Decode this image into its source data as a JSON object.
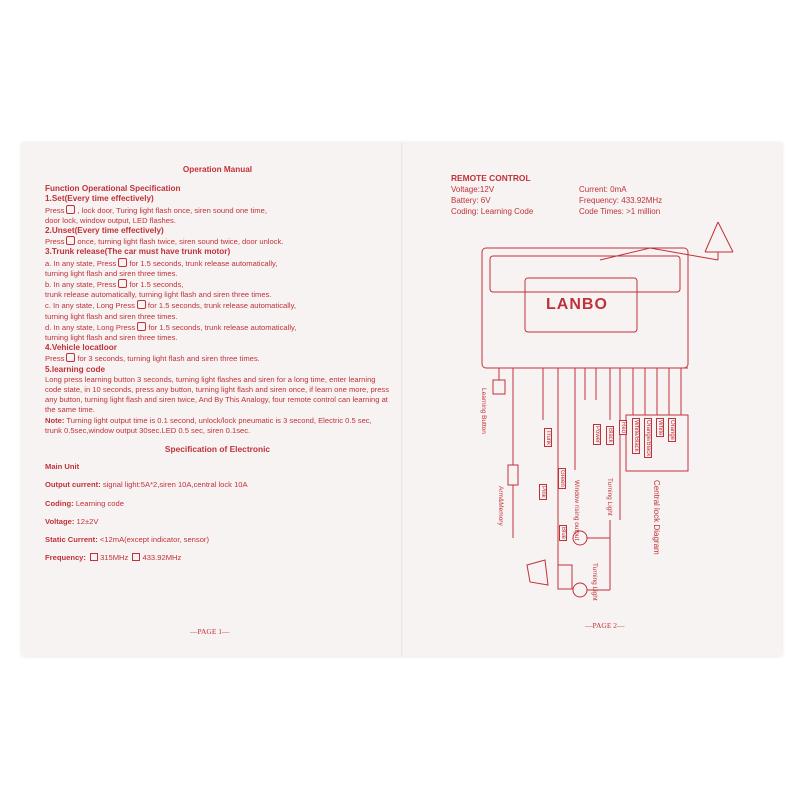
{
  "page1": {
    "title": "Operation Manual",
    "section_heading": "Function Operational Specification",
    "set_heading": "1.Set(Every time effectively)",
    "set_line1_a": "Press",
    "set_line1_b": ", lock door, Turing light flash once, siren sound one time,",
    "set_line2": "door lock, window output, LED flashes.",
    "unset_heading": "2.Unset(Every time effectively)",
    "unset_line_a": "Press",
    "unset_line_b": "once, turning light flash twice, siren sound twice, door unlock.",
    "trunk_heading": "3.Trunk release(The car must have trunk motor)",
    "trunk_a1_a": "a. In any state, Press",
    "trunk_a1_b": "for 1.5 seconds,  trunk release  automatically,",
    "trunk_a2": "turning light flash and siren three times.",
    "trunk_b1_a": "b. In any state, Press",
    "trunk_b1_b": "for 1.5 seconds,",
    "trunk_b2": "trunk release automatically, turning light flash and siren three times.",
    "trunk_c1_a": "c. In any state, Long Press",
    "trunk_c1_b": "for 1.5 seconds, trunk release automatically,",
    "trunk_c2": "turning light flash and siren three times.",
    "trunk_d1_a": "d. In any state, Long Press",
    "trunk_d1_b": "for 1.5 seconds, trunk release automatically,",
    "trunk_d2": "turning light flash and siren three times.",
    "locate_heading": "4.Vehicle locatloor",
    "locate_line_a": "Press",
    "locate_line_b": "for 3 seconds, turning light flash and siren three times.",
    "learn_heading": "5.learning code",
    "learn_text": "Long press learning button 3 seconds, turning light flashes and siren for a long time, enter learning code state, in 10 seconds, press any button, turning light flash and siren once, if learn one more, press any button, turning light flash and siren twice, And By This Analogy, four remote control can learning at the same time.",
    "note_label": "Note:",
    "note_text": "Turning light output time is 0.1 second, unlock/lock pneumatic is 3 second, Electric 0.5 sec, trunk 0.5sec,window output 30sec.LED 0.5 sec, siren 0.1sec.",
    "spec_heading": "Specification of Electronic",
    "main_unit": "Main Unit",
    "output_label": "Output current:",
    "output_value": "signal light:5A*2,siren 10A,central lock 10A",
    "coding_label": "Coding:",
    "coding_value": "Learning code",
    "voltage_label": "Voltage:",
    "voltage_value": "12±2V",
    "static_label": "Static Current:",
    "static_value": "<12mA(except indicator, sensor)",
    "freq_label": "Frequency:",
    "freq_opt1": "315MHz",
    "freq_opt2": "433.92MHz",
    "page_number": "—PAGE 1—"
  },
  "page2": {
    "rc_heading": "REMOTE CONTROL",
    "voltage": "Voltage:12V",
    "battery": "Battery: 6V",
    "coding": "Coding: Learning Code",
    "current": "Current: 0mA",
    "frequency": "Frequency: 433.92MHz",
    "code_times": "Code Times: >1 million",
    "brand": "LANBO",
    "labels": {
      "learning_button": "Learning Button",
      "arm_memory": "Arm&Memory",
      "trunk": "Trunk",
      "pink": "Pink",
      "green": "Green",
      "window": "Window rising output",
      "blue": "Blue",
      "power": "Power",
      "black": "Black",
      "red": "Red",
      "turning_light_1": "Turning Light",
      "turning_light_2": "Turning Light",
      "central_lock": "Central lock Diagram",
      "wire_white_black": "White/Black",
      "wire_orange_black": "Orange/Black",
      "wire_white": "White",
      "wire_orange": "Orange"
    },
    "page_number": "—PAGE 2—"
  },
  "colors": {
    "ink": "#c0323a",
    "paper": "#f7f3f2"
  }
}
